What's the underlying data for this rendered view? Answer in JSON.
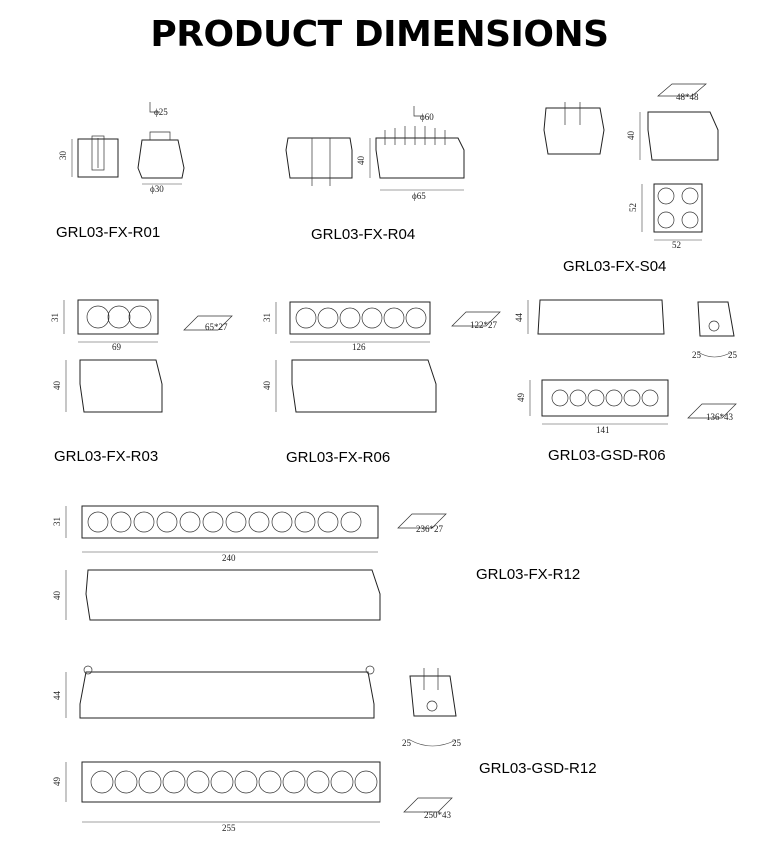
{
  "title": "PRODUCT DIMENSIONS",
  "products": {
    "r01": {
      "model": "GRL03-FX-R01",
      "dims": {
        "height": "30",
        "diameter": "ϕ30",
        "cutout": "ϕ25"
      }
    },
    "r04": {
      "model": "GRL03-FX-R04",
      "dims": {
        "height": "40",
        "diameter": "ϕ65",
        "cutout": "ϕ60"
      }
    },
    "s04": {
      "model": "GRL03-FX-S04",
      "dims": {
        "height": "40",
        "side": "52",
        "width": "52",
        "cutout": "48*48"
      }
    },
    "r03": {
      "model": "GRL03-FX-R03",
      "dims": {
        "height": "31",
        "length": "69",
        "depth": "40",
        "cutout": "65*27"
      }
    },
    "r06": {
      "model": "GRL03-FX-R06",
      "dims": {
        "height": "31",
        "length": "126",
        "depth": "40",
        "cutout": "122*27"
      }
    },
    "gsd_r06": {
      "model": "GRL03-GSD-R06",
      "dims": {
        "height": "44",
        "width": "49",
        "length": "141",
        "angle_left": "25",
        "angle_right": "25",
        "cutout": "136*43"
      }
    },
    "r12": {
      "model": "GRL03-FX-R12",
      "dims": {
        "height": "31",
        "length": "240",
        "depth": "40",
        "cutout": "236*27"
      }
    },
    "gsd_r12": {
      "model": "GRL03-GSD-R12",
      "dims": {
        "height": "44",
        "width": "49",
        "length": "255",
        "angle_left": "25",
        "angle_right": "25",
        "cutout": "250*43"
      }
    }
  }
}
